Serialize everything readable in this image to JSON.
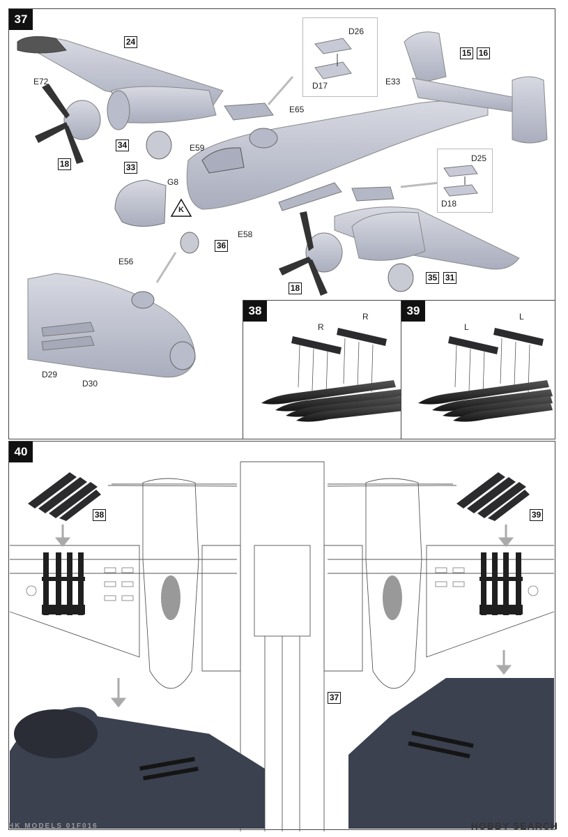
{
  "steps": {
    "s37": "37",
    "s38": "38",
    "s39": "39",
    "s40": "40"
  },
  "parts": {
    "p24": "24",
    "p15": "15",
    "p16": "16",
    "p18a": "18",
    "p18b": "18",
    "p34": "34",
    "p33": "33",
    "p36": "36",
    "p35": "35",
    "p31": "31",
    "p38ref": "38",
    "p39ref": "39",
    "p37ref": "37"
  },
  "labels": {
    "D26": "D26",
    "D17": "D17",
    "E33": "E33",
    "E72": "E72",
    "E65": "E65",
    "E59": "E59",
    "G8": "G8",
    "K": "K",
    "E58": "E58",
    "D25": "D25",
    "D18": "D18",
    "E56": "E56",
    "D29": "D29",
    "D30": "D30",
    "R1": "R",
    "R2": "R",
    "L1": "L",
    "L2": "L"
  },
  "footer": {
    "left": "HK MODELS 01F016",
    "right": "HOBBY SEARCH"
  },
  "colors": {
    "aircraft": "#c9cbd6",
    "aircraft_dark": "#9ea2b1",
    "rocket": "#2b2b2d",
    "wing_photo": "#3c4150"
  }
}
